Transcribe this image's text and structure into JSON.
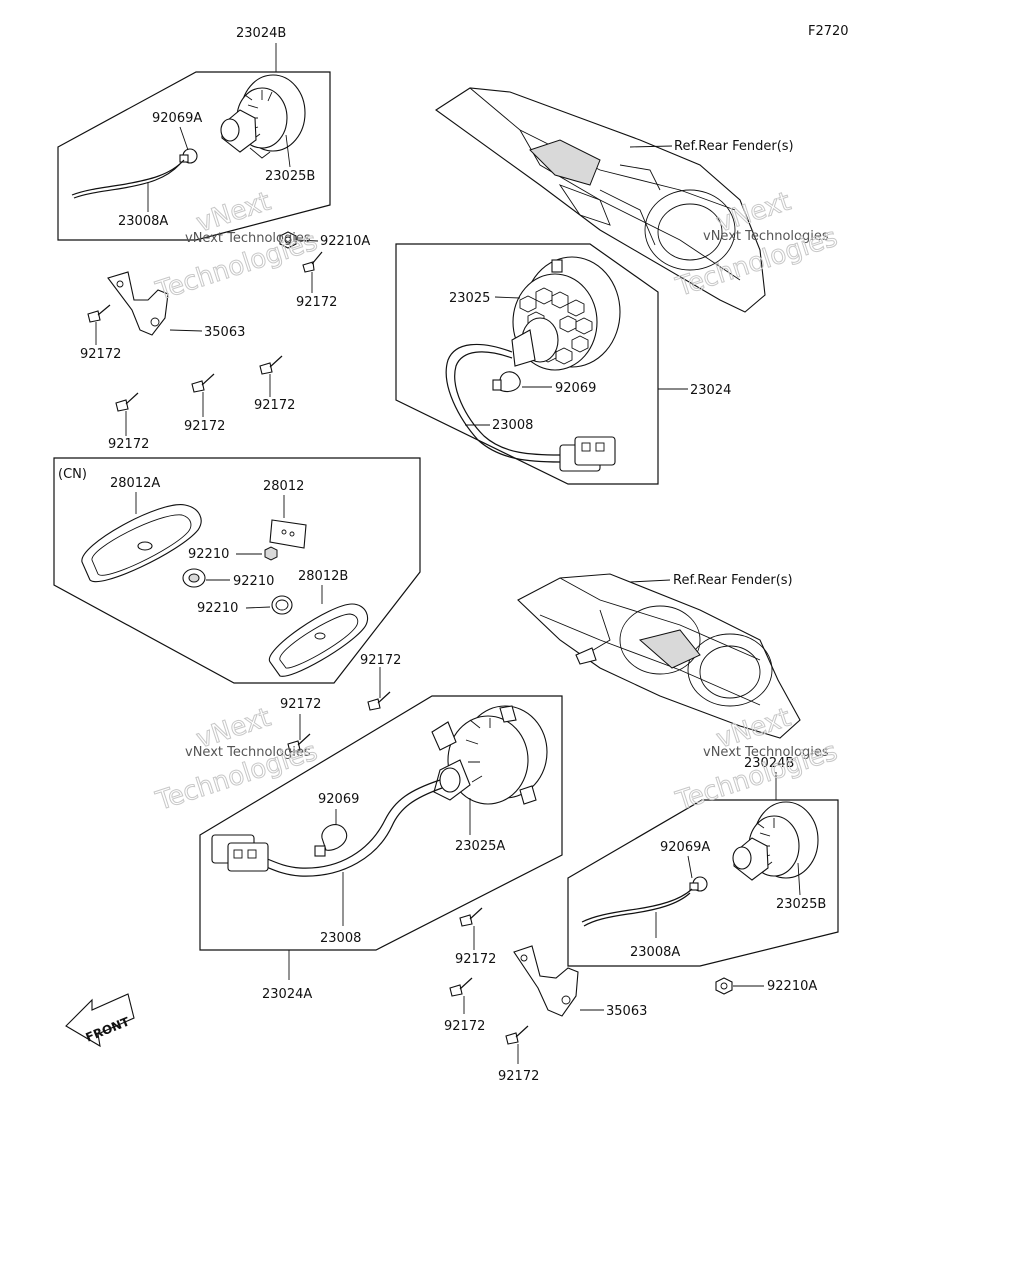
{
  "figure_code": "F2720",
  "ref_label": "Ref.Rear Fender(s)",
  "cn_label": "(CN)",
  "front_label": "FRONT",
  "watermark": {
    "line1": "vNext Technologies",
    "big1": "vNext",
    "big2": "Technologies"
  },
  "parts": {
    "p23024B_top": "23024B",
    "p23024B_right": "23024B",
    "p92069A_top": "92069A",
    "p92069A_right": "92069A",
    "p23025B_top": "23025B",
    "p23025B_right": "23025B",
    "p23008A_top": "23008A",
    "p23008A_right": "23008A",
    "p92210A_top": "92210A",
    "p92210A_right": "92210A",
    "p92172_a": "92172",
    "p92172_b": "92172",
    "p92172_c": "92172",
    "p92172_d": "92172",
    "p92172_e": "92172",
    "p92172_f": "92172",
    "p92172_g": "92172",
    "p92172_h": "92172",
    "p92172_i": "92172",
    "p92172_j": "92172",
    "p35063_top": "35063",
    "p35063_right": "35063",
    "p23025": "23025",
    "p92069": "92069",
    "p23008": "23008",
    "p23024": "23024",
    "p28012A": "28012A",
    "p28012": "28012",
    "p28012B": "28012B",
    "p92210_a": "92210",
    "p92210_b": "92210",
    "p92210_c": "92210",
    "p92069_low": "92069",
    "p23025A": "23025A",
    "p23008_low": "23008",
    "p23024A": "23024A"
  }
}
